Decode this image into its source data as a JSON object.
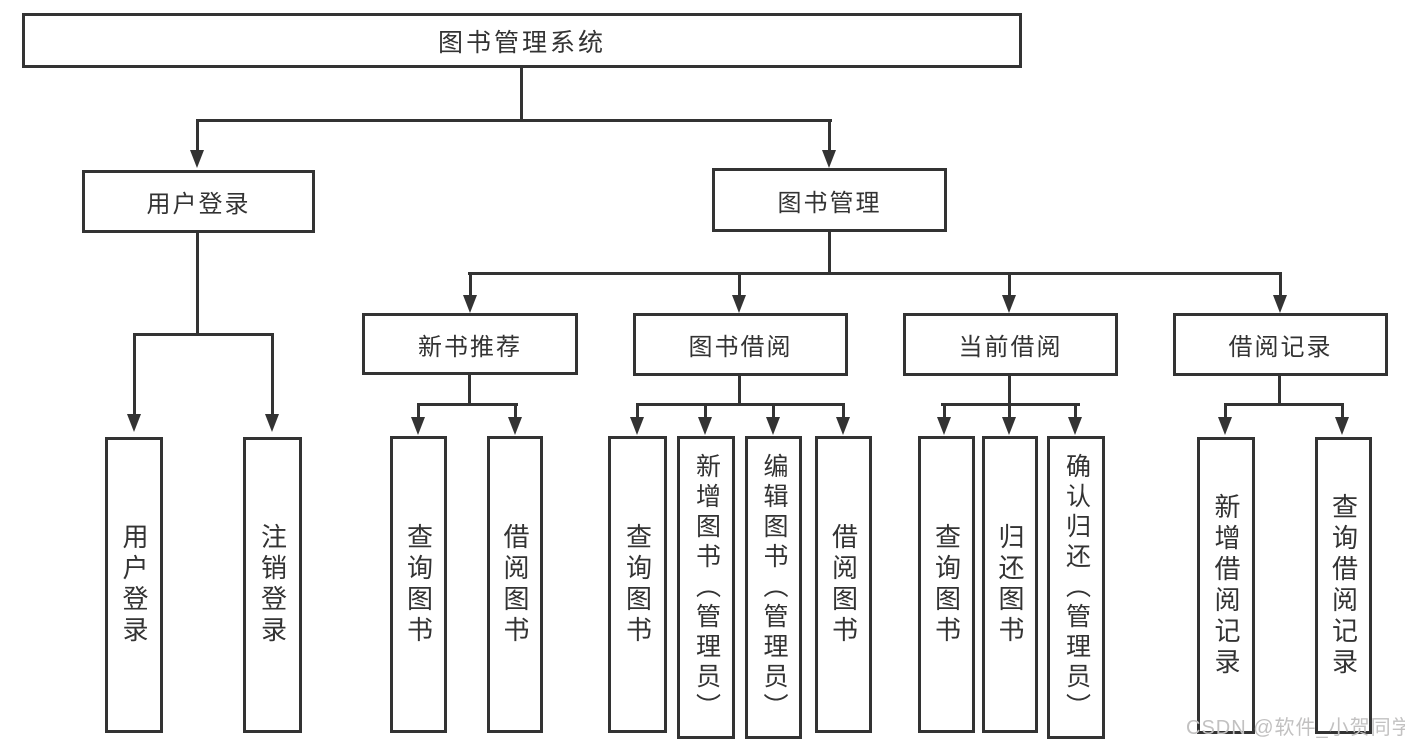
{
  "diagram": {
    "root": {
      "label": "图书管理系统",
      "children": [
        {
          "label": "用户登录",
          "children": [
            {
              "label": "用户登录"
            },
            {
              "label": "注销登录"
            }
          ]
        },
        {
          "label": "图书管理",
          "children": [
            {
              "label": "新书推荐",
              "children": [
                {
                  "label": "查询图书"
                },
                {
                  "label": "借阅图书"
                }
              ]
            },
            {
              "label": "图书借阅",
              "children": [
                {
                  "label": "查询图书"
                },
                {
                  "label": "新增图书（管理员）"
                },
                {
                  "label": "编辑图书（管理员）"
                },
                {
                  "label": "借阅图书"
                }
              ]
            },
            {
              "label": "当前借阅",
              "children": [
                {
                  "label": "查询图书"
                },
                {
                  "label": "归还图书"
                },
                {
                  "label": "确认归还（管理员）"
                }
              ]
            },
            {
              "label": "借阅记录",
              "children": [
                {
                  "label": "新增借阅记录"
                },
                {
                  "label": "查询借阅记录"
                }
              ]
            }
          ]
        }
      ]
    },
    "colors": {
      "line": "#333333",
      "text": "#333333",
      "background": "#ffffff",
      "watermark": "#c2c1c1"
    }
  },
  "watermark": {
    "text": "CSDN @软件_小贺同学"
  }
}
